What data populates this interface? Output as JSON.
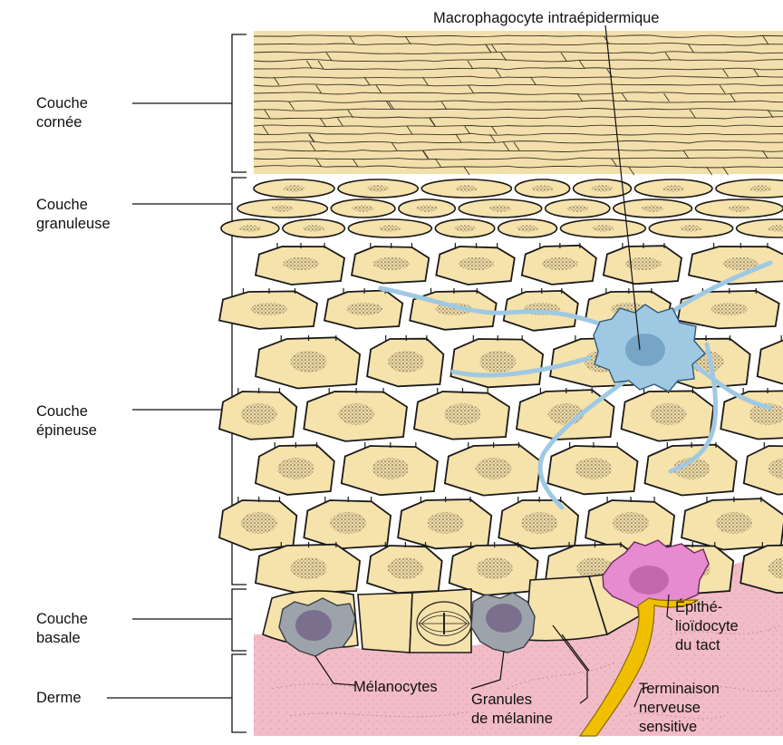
{
  "figure": {
    "colors": {
      "cell_fill": "#f6e2ab",
      "cell_border": "#1a1a1a",
      "cornified": "#f3dfac",
      "dermis": "#f2bcc6",
      "macrophage": "#9fc9e3",
      "melanocyte": "#9da3ab",
      "tactile_cell": "#e68bcf",
      "nerve": "#f0c000"
    },
    "layers": [
      {
        "id": "corneum",
        "label": "Couche\ncornée"
      },
      {
        "id": "granulosum",
        "label": "Couche\ngranuleuse"
      },
      {
        "id": "spinosum",
        "label": "Couche\népineuse"
      },
      {
        "id": "basale",
        "label": "Couche\nbasale"
      },
      {
        "id": "dermis",
        "label": "Derme"
      }
    ],
    "annotations": {
      "macrophage": "Macrophagocyte intraépidermique",
      "melanocytes": "Mélanocytes",
      "melanin_granules": "Granules\nde mélanine",
      "tactile_cell": "Épithé-\nlioïdocyte\ndu tact",
      "nerve_ending": "Terminaison\nnerveuse\nsensitive"
    }
  }
}
